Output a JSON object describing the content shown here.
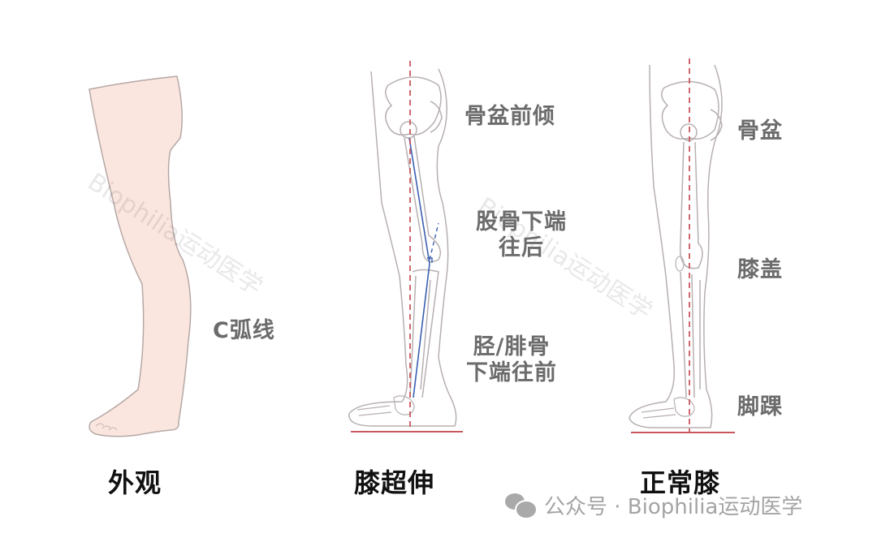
{
  "panels": [
    {
      "caption": "外观",
      "labels": [
        {
          "text": "C弧线"
        }
      ]
    },
    {
      "caption": "膝超伸",
      "labels": [
        {
          "text": "骨盆前倾"
        },
        {
          "line1": "股骨下端",
          "line2": "往后"
        },
        {
          "line1": "胫/腓骨",
          "line2": "下端往前"
        }
      ]
    },
    {
      "caption": "正常膝",
      "labels": [
        {
          "text": "骨盆"
        },
        {
          "text": "膝盖"
        },
        {
          "text": "脚踝"
        }
      ]
    }
  ],
  "watermark": {
    "text": "Biophilia运动医学"
  },
  "footer": {
    "icon": "wechat-icon",
    "text": "公众号 · Biophilia运动医学"
  },
  "colors": {
    "skin_fill": "#fbe6df",
    "outline": "#b5a8a6",
    "plumb_line": "#c9585e",
    "alignment_line": "#3a5fb0",
    "label_text": "#6b6b6b",
    "caption_text": "#111111"
  }
}
